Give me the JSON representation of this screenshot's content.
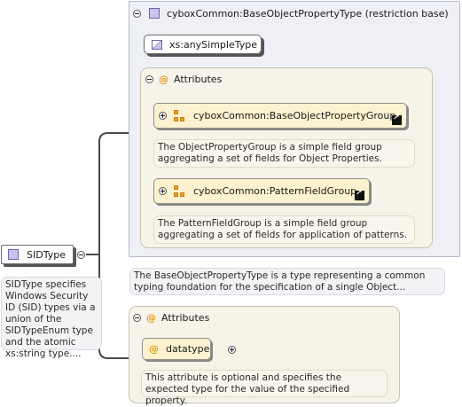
{
  "restriction": {
    "title": "cyboxCommon:BaseObjectPropertyType (restriction base)",
    "base_type": "xs:anySimpleType"
  },
  "inner_attributes": {
    "title": "Attributes",
    "groups": [
      {
        "label": "cyboxCommon:BaseObjectPropertyGroup",
        "doc": "The ObjectPropertyGroup is a simple field group aggregating a set of fields for Object Properties."
      },
      {
        "label": "cyboxCommon:PatternFieldGroup",
        "doc": "The PatternFieldGroup is a simple field group aggregating a set of fields for application of patterns."
      }
    ]
  },
  "restriction_doc": "The BaseObjectPropertyType is a type representing a common typing foundation for the specification of a single Object...",
  "root": {
    "label": "SIDType",
    "doc": "SIDType specifies Windows Security ID (SID) types via a union of the SIDTypeEnum type and the atomic xs:string type...."
  },
  "outer_attributes": {
    "title": "Attributes",
    "attribute": {
      "label": "datatype",
      "doc": "This attribute is optional and specifies the expected type for the value of the specified property."
    }
  }
}
